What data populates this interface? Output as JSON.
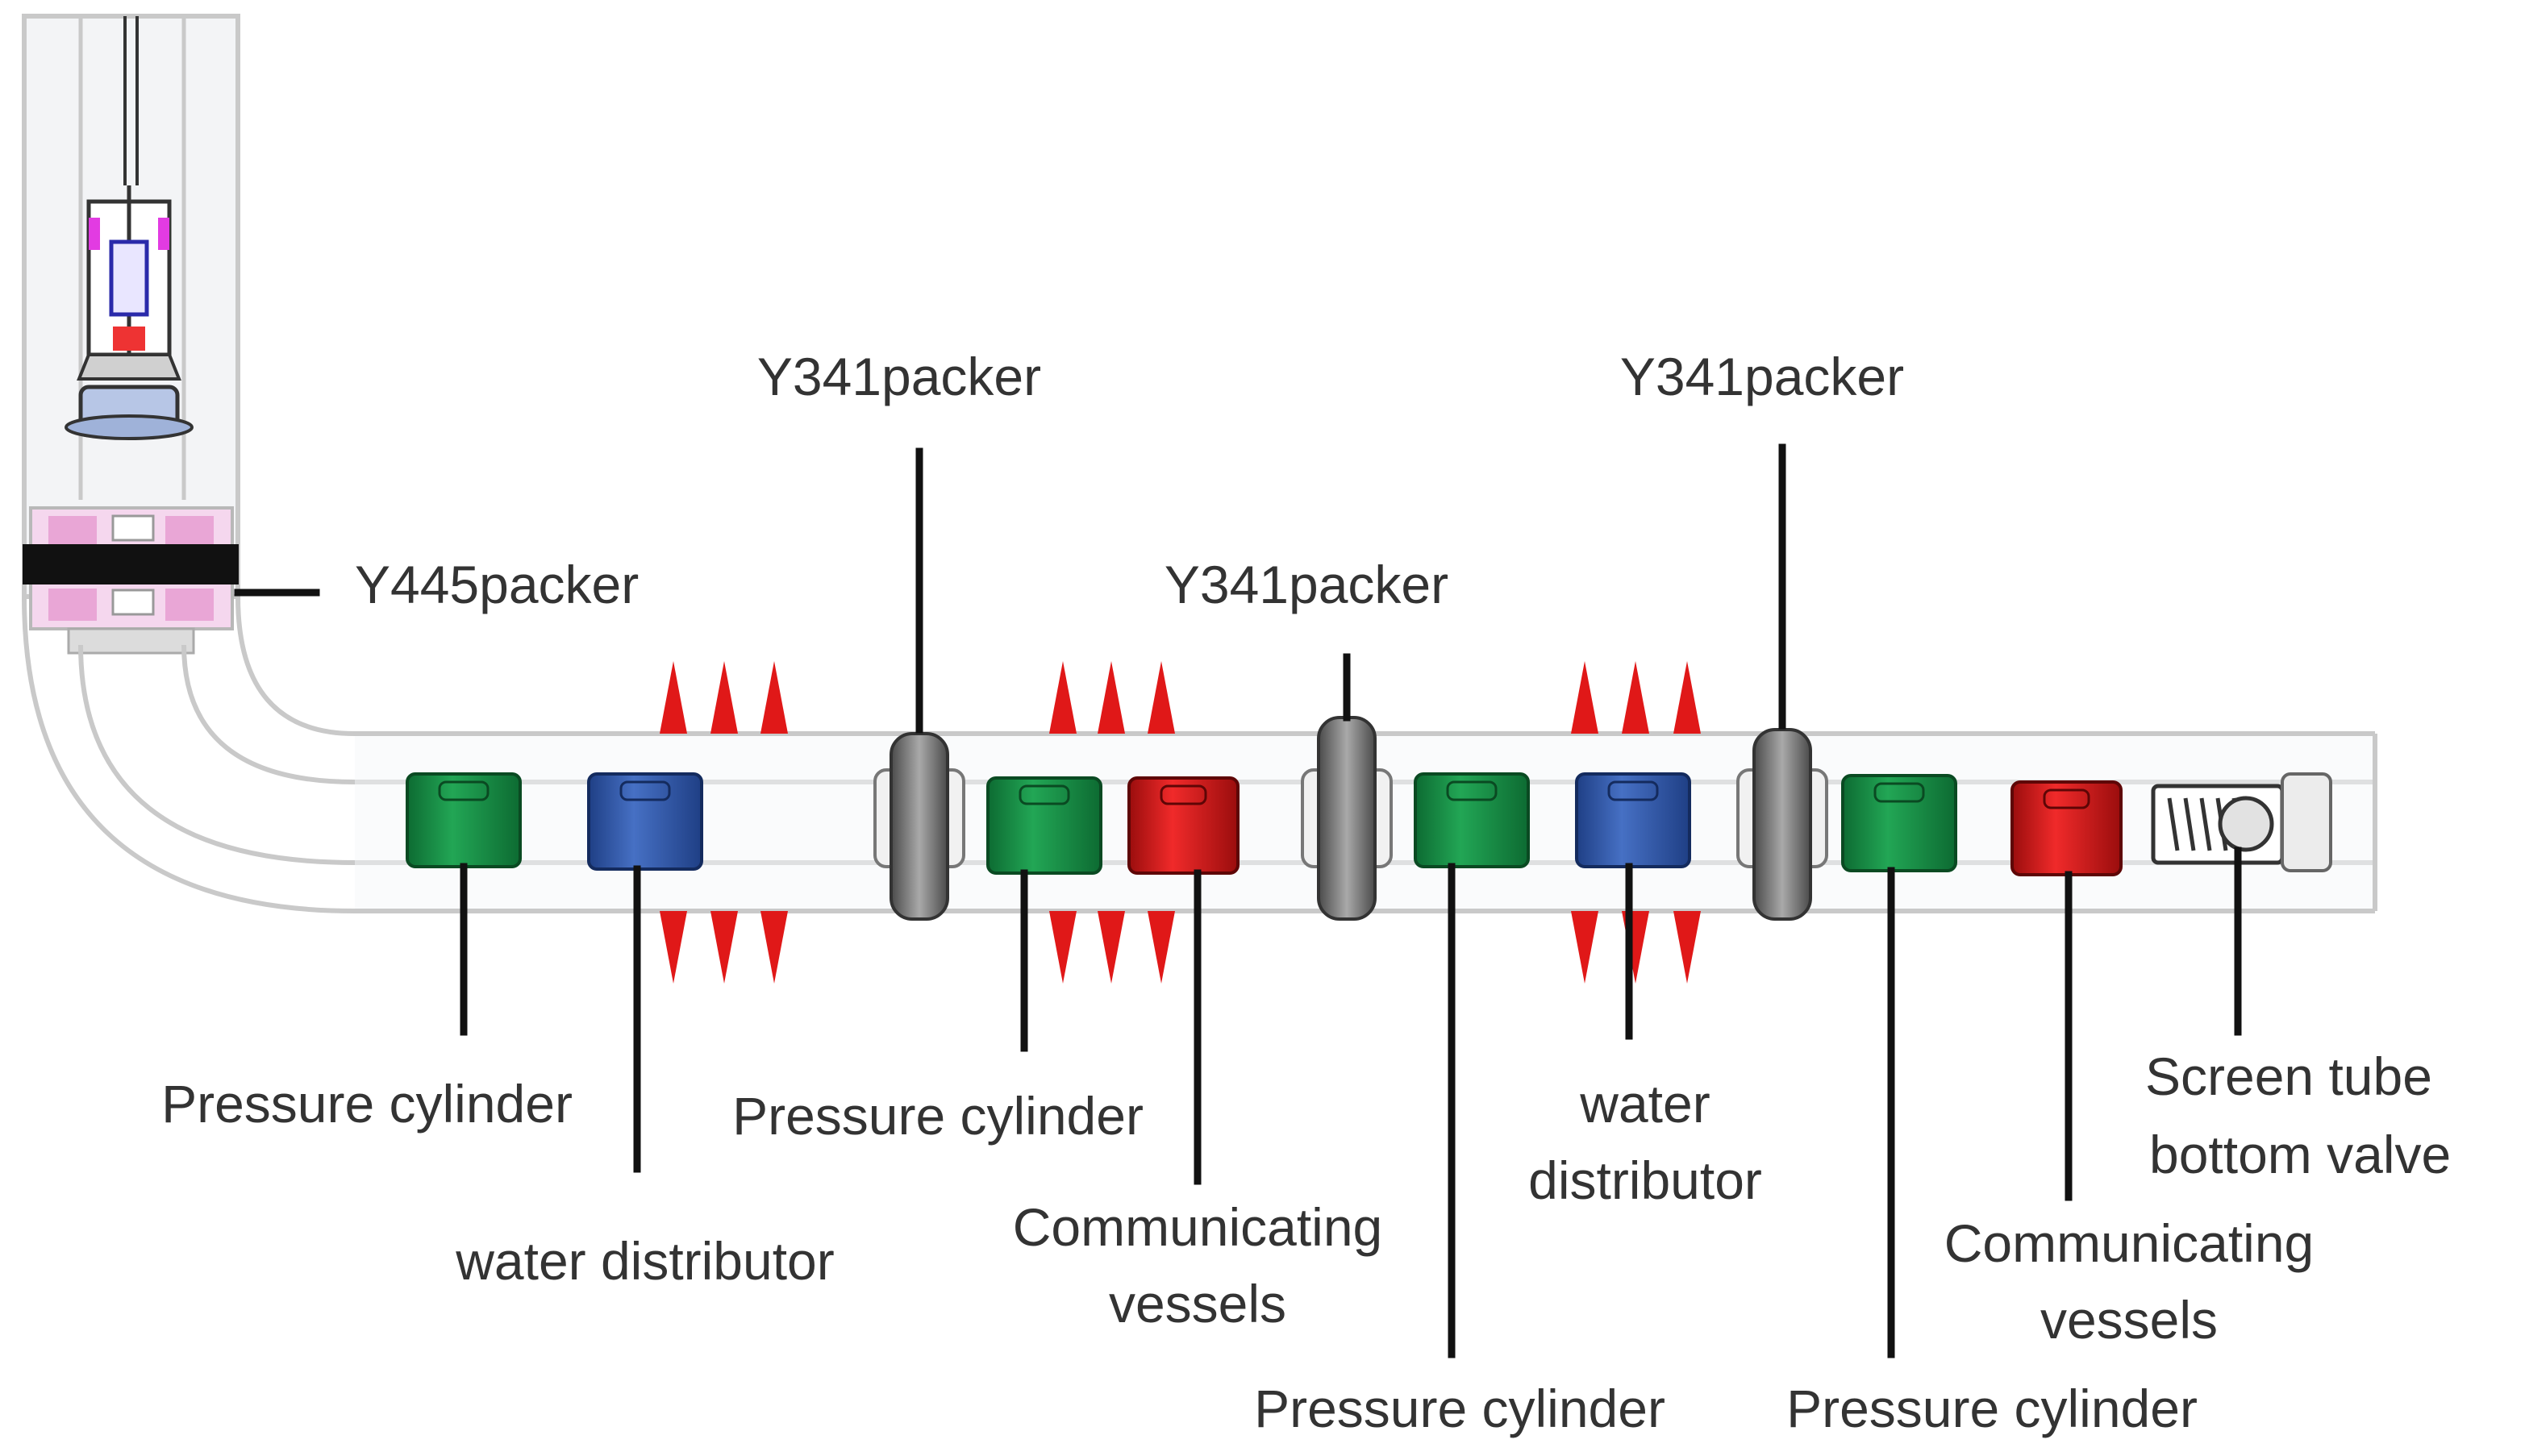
{
  "labels": {
    "y445_packer": "Y445packer",
    "y341_packer_1": "Y341packer",
    "y341_packer_2": "Y341packer",
    "y341_packer_3": "Y341packer",
    "pressure_cylinder_1": "Pressure cylinder",
    "pressure_cylinder_2": "Pressure cylinder",
    "pressure_cylinder_3": "Pressure cylinder",
    "pressure_cylinder_4": "Pressure cylinder",
    "water_distributor_1": "water distributor",
    "water_distributor_2_line1": "water",
    "water_distributor_2_line2": "distributor",
    "communicating_vessels_1_line1": "Communicating",
    "communicating_vessels_1_line2": "vessels",
    "communicating_vessels_2_line1": "Communicating",
    "communicating_vessels_2_line2": "vessels",
    "screen_tube_line1": "Screen tube",
    "screen_tube_line2": "bottom valve"
  },
  "colors": {
    "pressure_cylinder": "#1f9a4c",
    "water_distributor": "#3a5fb0",
    "communicating_vessels": "#dd1f1f",
    "packer": "#8a8a8a",
    "flow_arrow": "#e01818",
    "pipe_outline": "#c9c9c9",
    "leader_line": "#111111"
  }
}
